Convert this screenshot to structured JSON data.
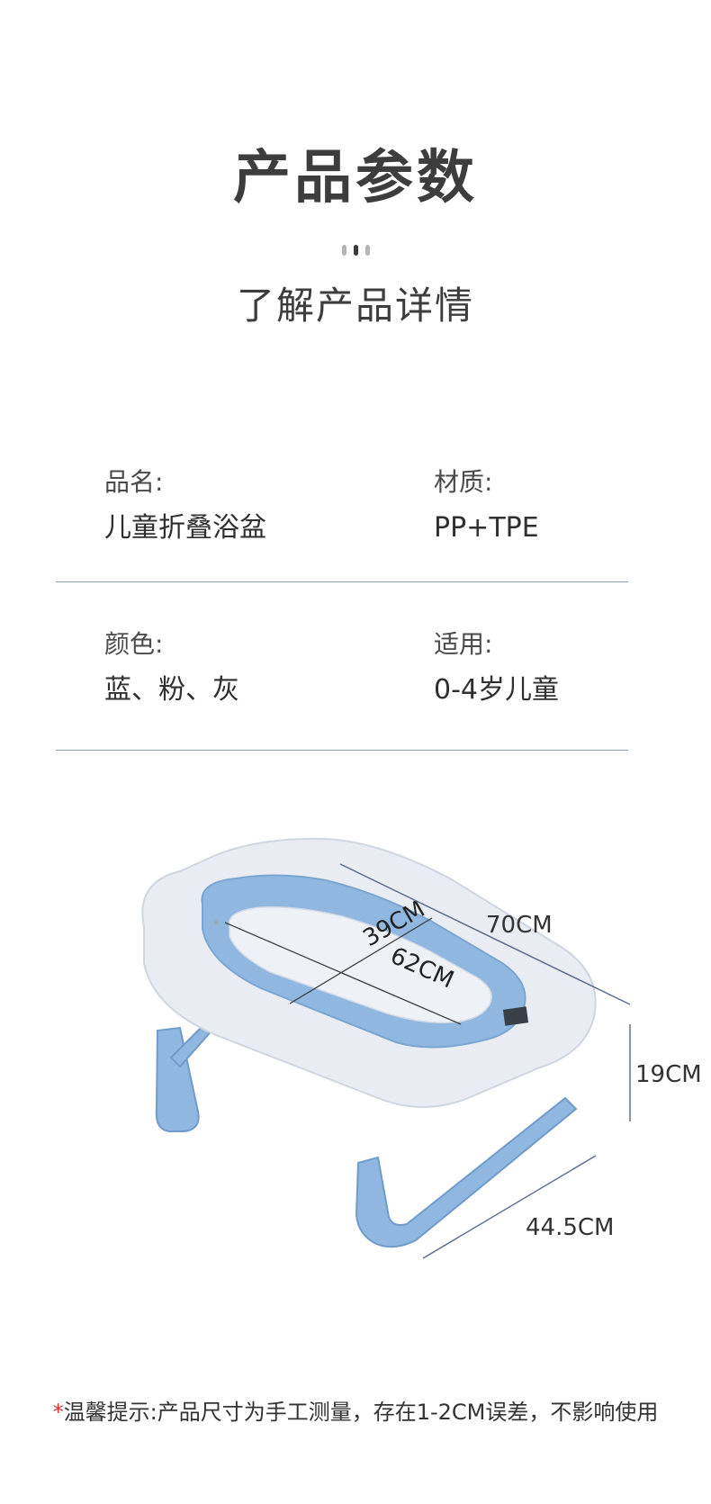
{
  "header": {
    "title": "产品参数",
    "subtitle": "了解产品详情"
  },
  "specs": [
    {
      "label": "品名:",
      "value": "儿童折叠浴盆"
    },
    {
      "label": "材质:",
      "value": "PP+TPE"
    },
    {
      "label": "颜色:",
      "value": "蓝、粉、灰"
    },
    {
      "label": "适用:",
      "value": "0-4岁儿童"
    }
  ],
  "dimensions": {
    "length": "70CM",
    "height": "19CM",
    "width": "44.5CM",
    "inner_width": "39CM",
    "inner_length": "62CM"
  },
  "colors": {
    "tub_white": "#e9edf3",
    "tub_blue": "#8fb7e0",
    "line": "#5d6f8e"
  },
  "note": {
    "star": "*",
    "text": "温馨提示:产品尺寸为手工测量，存在1-2CM误差，不影响使用"
  }
}
